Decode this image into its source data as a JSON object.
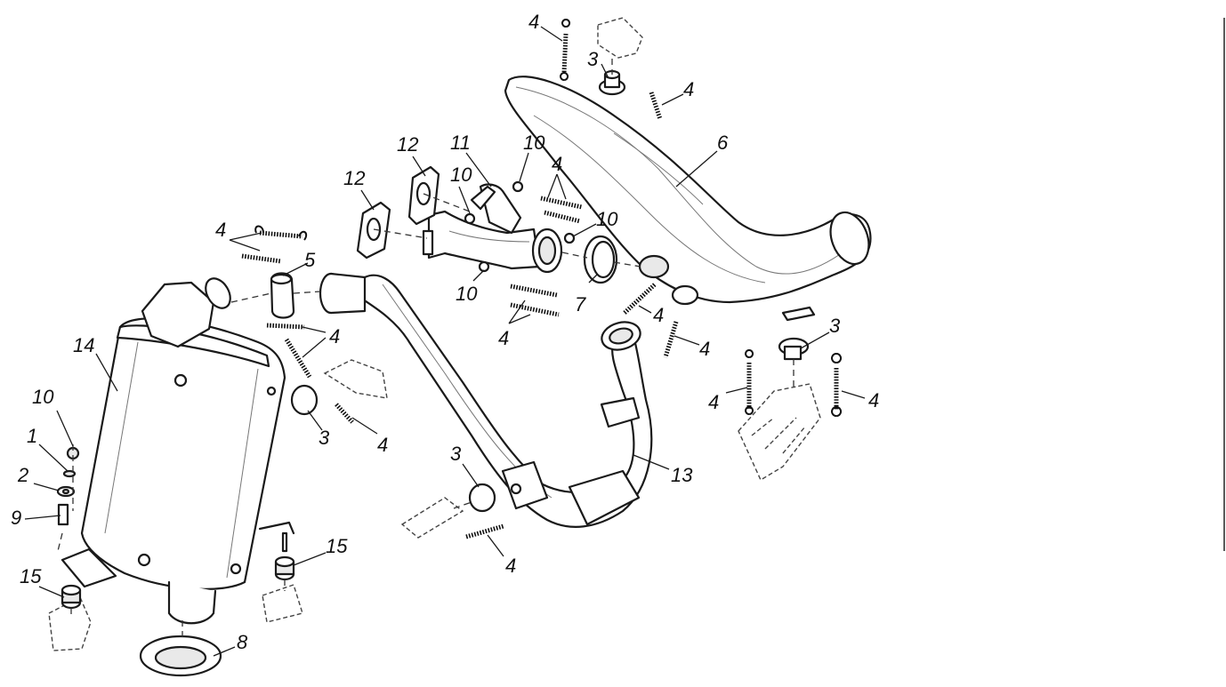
{
  "callouts": {
    "c4_top": "4",
    "c3_top": "3",
    "c4_topright": "4",
    "c6": "6",
    "c12_a": "12",
    "c11": "11",
    "c10_a": "10",
    "c12_b": "12",
    "c10_b": "10",
    "c4_mid": "4",
    "c10_c": "10",
    "c4_left": "4",
    "c5": "5",
    "c10_d": "10",
    "c7": "7",
    "c4_lowmid": "4",
    "c4_right1": "4",
    "c3_right": "3",
    "c4_right2": "4",
    "c4_right3": "4",
    "c4_left2": "4",
    "c14": "14",
    "c10_e": "10",
    "c1": "1",
    "c2": "2",
    "c9": "9",
    "c3_mid": "3",
    "c4_mid2": "4",
    "c3_low": "3",
    "c13": "13",
    "c4_bottom": "4",
    "c15_a": "15",
    "c15_b": "15",
    "c8": "8"
  }
}
